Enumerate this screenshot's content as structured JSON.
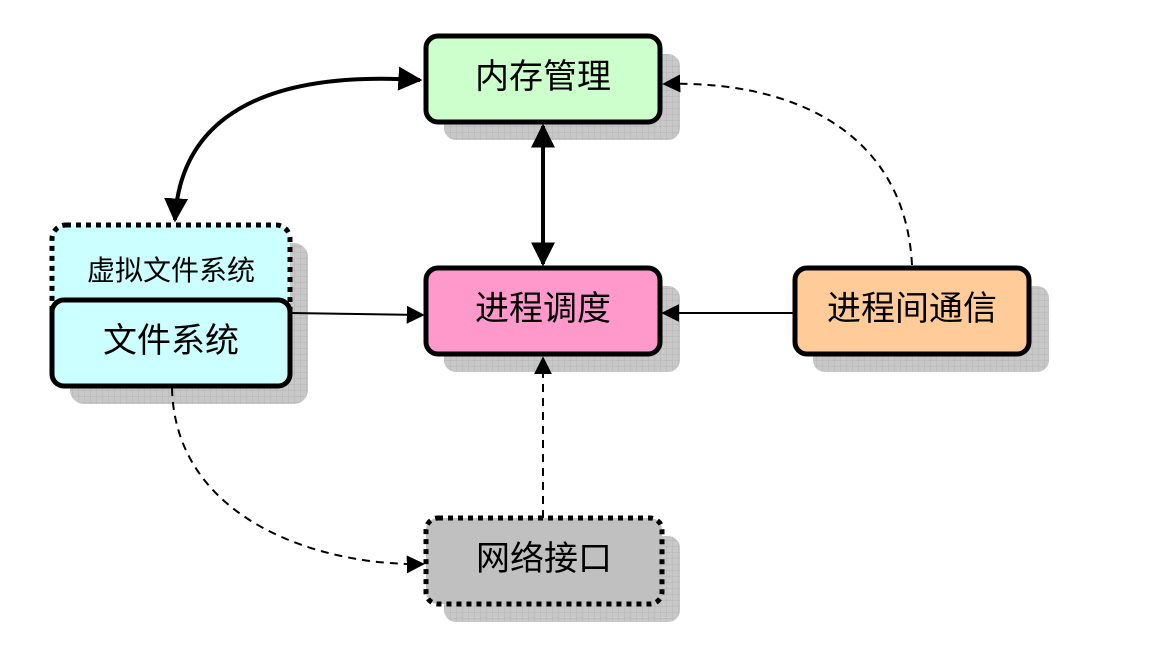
{
  "nodes": {
    "memory": {
      "label": "内存管理",
      "fill": "#ccffcc",
      "border": "solid"
    },
    "scheduler": {
      "label": "进程调度",
      "fill": "#ff99cc",
      "border": "solid"
    },
    "ipc": {
      "label": "进程间通信",
      "fill": "#ffcc99",
      "border": "solid"
    },
    "vfs": {
      "label": "虚拟文件系统",
      "fill": "#ccffff",
      "border": "dotted"
    },
    "fs": {
      "label": "文件系统",
      "fill": "#ccffff",
      "border": "solid"
    },
    "network": {
      "label": "网络接口",
      "fill": "#c0c0c0",
      "border": "dotted"
    }
  },
  "edges": [
    {
      "from": "memory",
      "to": "vfs",
      "style": "thick",
      "direction": "both"
    },
    {
      "from": "memory",
      "to": "scheduler",
      "style": "thick",
      "direction": "both"
    },
    {
      "from": "fs",
      "to": "scheduler",
      "style": "solid",
      "direction": "forward"
    },
    {
      "from": "ipc",
      "to": "scheduler",
      "style": "solid",
      "direction": "forward"
    },
    {
      "from": "ipc",
      "to": "memory",
      "style": "dashed",
      "direction": "forward"
    },
    {
      "from": "network",
      "to": "scheduler",
      "style": "dashed",
      "direction": "forward"
    },
    {
      "from": "fs",
      "to": "network",
      "style": "dashed",
      "direction": "forward"
    }
  ],
  "colors": {
    "shadow": "#c8c8c8",
    "stroke": "#000000"
  }
}
